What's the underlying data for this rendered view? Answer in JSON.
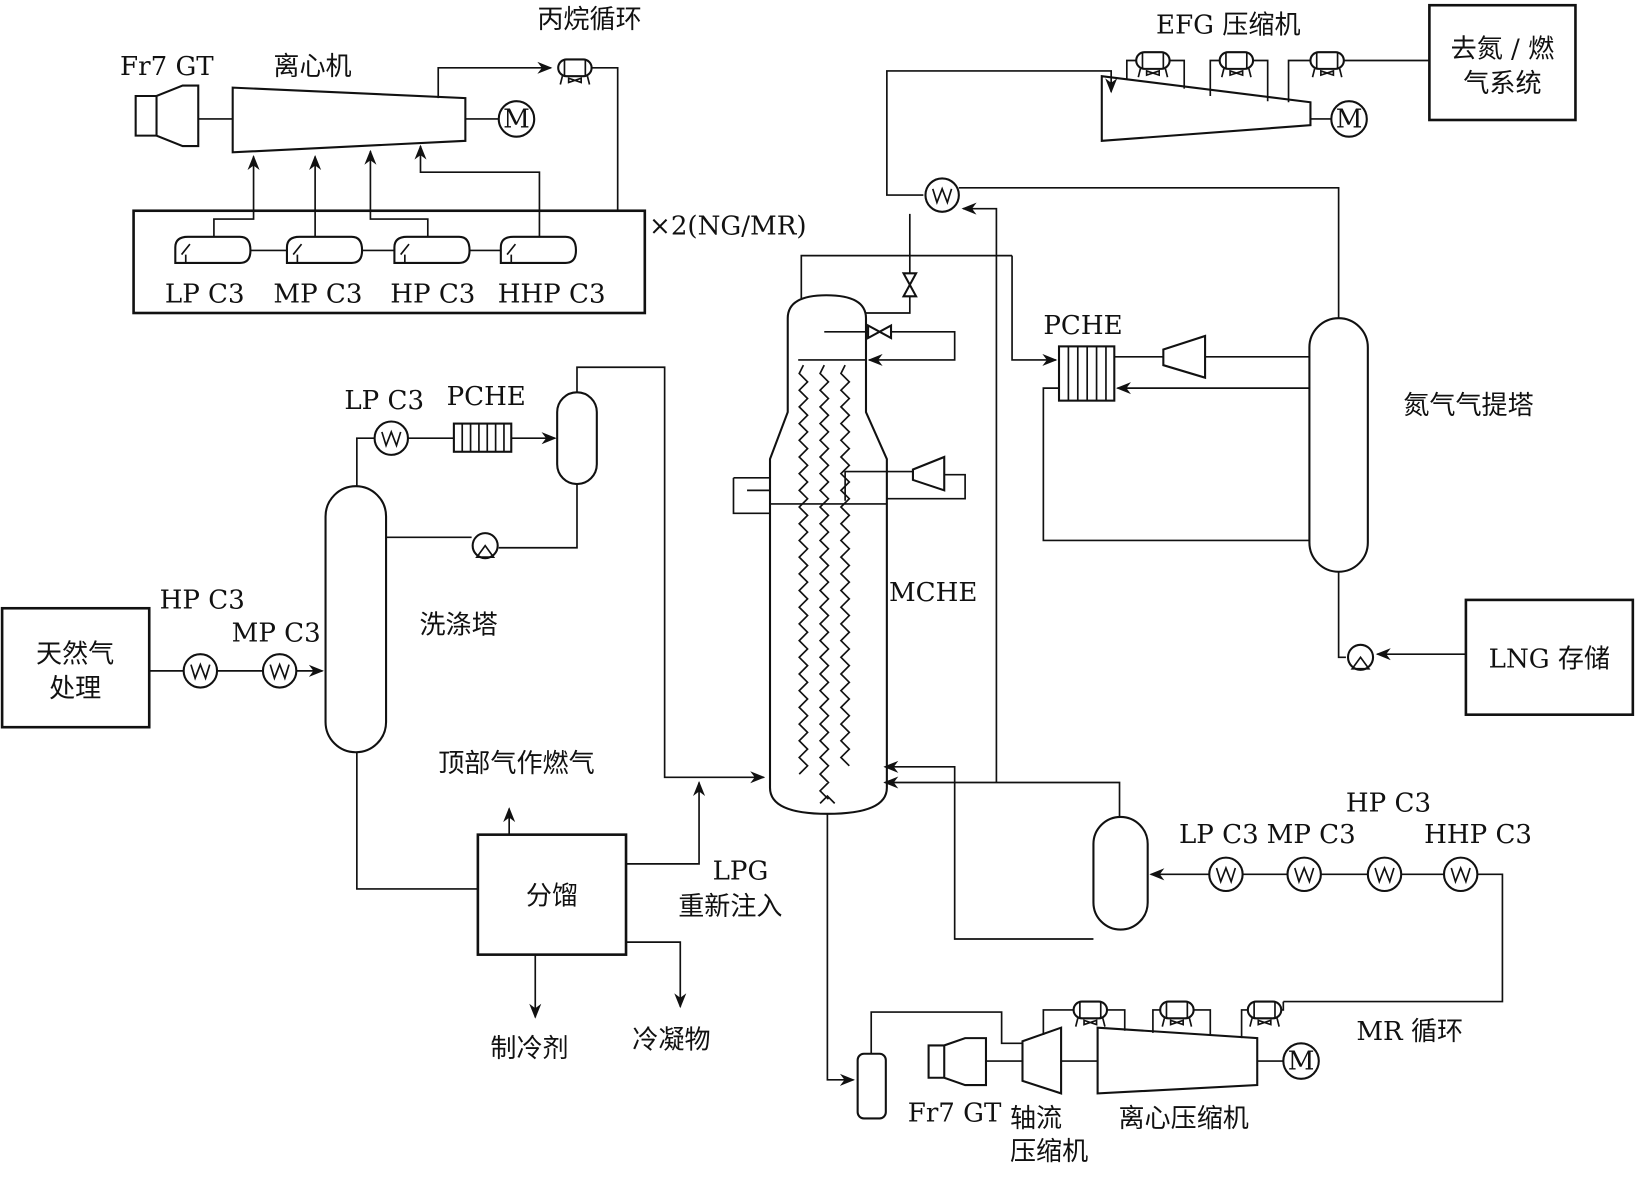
{
  "propane_cycle": {
    "title": "丙烷循环",
    "gas_turbine": "Fr7 GT",
    "compressor": "离心机",
    "multiplier": "×2(NG/MR)",
    "kettles": [
      "LP C3",
      "MP C3",
      "HP C3",
      "HHP C3"
    ],
    "motor": "M"
  },
  "efg": {
    "title": "EFG 压缩机",
    "motor": "M",
    "destination": [
      "去氮 / 燃",
      "气系统"
    ]
  },
  "nitrogen": {
    "pche": "PCHE",
    "stripper": "氮气气提塔",
    "lng_storage": "LNG 存储"
  },
  "scrub": {
    "lp_c3": "LP C3",
    "pche": "PCHE",
    "column": "洗涤塔"
  },
  "mche": "MCHE",
  "feed": {
    "gas_treatment": [
      "天然气",
      "处理"
    ],
    "hp_c3": "HP C3",
    "mp_c3": "MP C3"
  },
  "fractionation": {
    "overhead": "顶部气作燃气",
    "unit": "分馏",
    "lpg": [
      "LPG",
      "重新注入"
    ],
    "refrigerant": "制冷剂",
    "condensate": "冷凝物"
  },
  "mr_cycle": {
    "precool": [
      "LP C3",
      "MP C3",
      "HP C3",
      "HHP C3"
    ],
    "title": "MR 循环",
    "gas_turbine": "Fr7 GT",
    "axial": [
      "轴流",
      "压缩机"
    ],
    "centrifugal": "离心压缩机",
    "motor": "M"
  }
}
